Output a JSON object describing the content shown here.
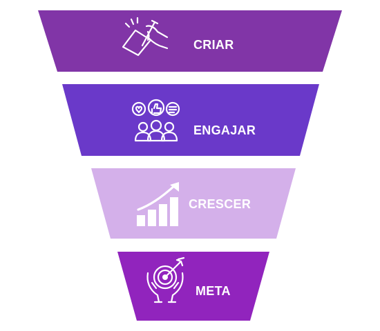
{
  "funnel": {
    "stages": [
      {
        "label": "CRIAR",
        "color": "#8135a7",
        "icon": "hand-writing-icon"
      },
      {
        "label": "ENGAJAR",
        "color": "#6a39c9",
        "icon": "audience-engagement-icon"
      },
      {
        "label": "CRESCER",
        "color": "#d4b0ea",
        "icon": "growth-chart-icon"
      },
      {
        "label": "META",
        "color": "#9124bd",
        "icon": "target-in-hands-icon"
      }
    ]
  }
}
